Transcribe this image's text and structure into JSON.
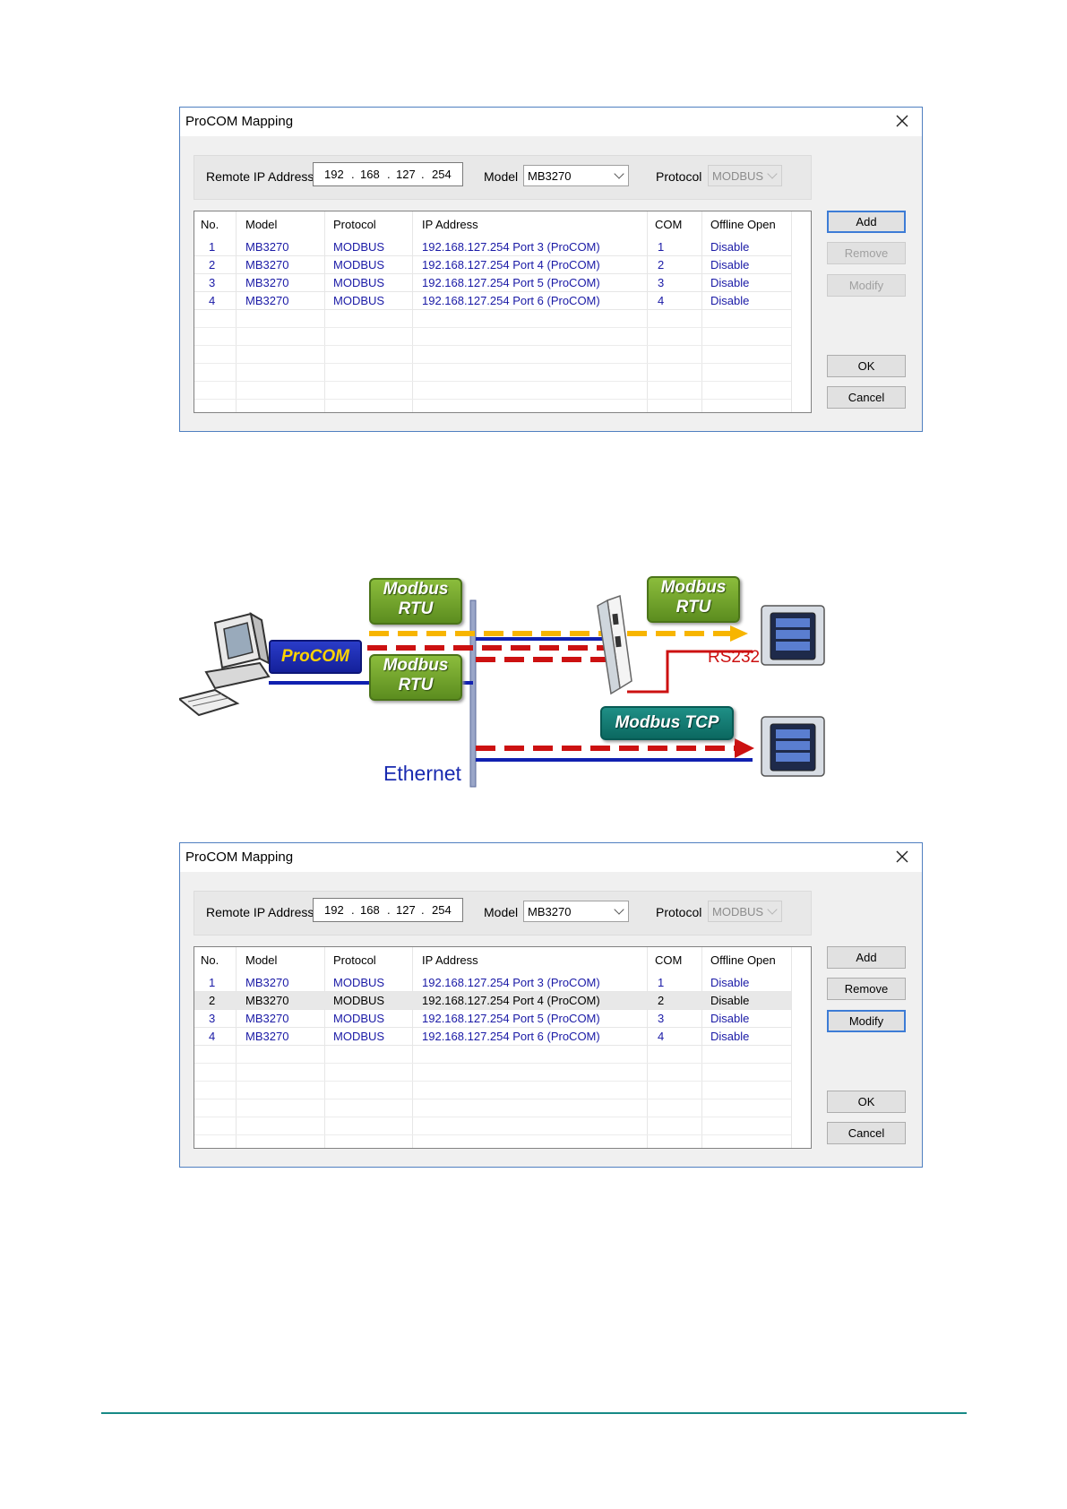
{
  "dialogs": [
    {
      "title": "ProCOM Mapping",
      "remote_ip_label": "Remote IP Address",
      "ip_octets": [
        "192",
        "168",
        "127",
        "254"
      ],
      "ip_dot": ".",
      "model_label": "Model",
      "model_value": "MB3270",
      "protocol_label": "Protocol",
      "protocol_value": "MODBUS",
      "columns": [
        "No.",
        "Model",
        "Protocol",
        "IP Address",
        "COM",
        "Offline Open"
      ],
      "rows": [
        {
          "no": "1",
          "model": "MB3270",
          "protocol": "MODBUS",
          "ip": "192.168.127.254 Port 3 (ProCOM)",
          "com": "1",
          "offline": "Disable"
        },
        {
          "no": "2",
          "model": "MB3270",
          "protocol": "MODBUS",
          "ip": "192.168.127.254 Port 4 (ProCOM)",
          "com": "2",
          "offline": "Disable"
        },
        {
          "no": "3",
          "model": "MB3270",
          "protocol": "MODBUS",
          "ip": "192.168.127.254 Port 5 (ProCOM)",
          "com": "3",
          "offline": "Disable"
        },
        {
          "no": "4",
          "model": "MB3270",
          "protocol": "MODBUS",
          "ip": "192.168.127.254 Port 6 (ProCOM)",
          "com": "4",
          "offline": "Disable"
        }
      ],
      "selected_row": null,
      "buttons": {
        "add": "Add",
        "remove": "Remove",
        "modify": "Modify",
        "ok": "OK",
        "cancel": "Cancel"
      },
      "button_states": {
        "add": "focused",
        "remove": "disabled",
        "modify": "disabled"
      }
    },
    {
      "title": "ProCOM Mapping",
      "remote_ip_label": "Remote IP Address",
      "ip_octets": [
        "192",
        "168",
        "127",
        "254"
      ],
      "ip_dot": ".",
      "model_label": "Model",
      "model_value": "MB3270",
      "protocol_label": "Protocol",
      "protocol_value": "MODBUS",
      "columns": [
        "No.",
        "Model",
        "Protocol",
        "IP Address",
        "COM",
        "Offline Open"
      ],
      "rows": [
        {
          "no": "1",
          "model": "MB3270",
          "protocol": "MODBUS",
          "ip": "192.168.127.254 Port 3 (ProCOM)",
          "com": "1",
          "offline": "Disable"
        },
        {
          "no": "2",
          "model": "MB3270",
          "protocol": "MODBUS",
          "ip": "192.168.127.254 Port 4 (ProCOM)",
          "com": "2",
          "offline": "Disable"
        },
        {
          "no": "3",
          "model": "MB3270",
          "protocol": "MODBUS",
          "ip": "192.168.127.254 Port 5 (ProCOM)",
          "com": "3",
          "offline": "Disable"
        },
        {
          "no": "4",
          "model": "MB3270",
          "protocol": "MODBUS",
          "ip": "192.168.127.254 Port 6 (ProCOM)",
          "com": "4",
          "offline": "Disable"
        }
      ],
      "selected_row": 2,
      "buttons": {
        "add": "Add",
        "remove": "Remove",
        "modify": "Modify",
        "ok": "OK",
        "cancel": "Cancel"
      },
      "button_states": {
        "add": "enabled",
        "remove": "enabled",
        "modify": "focused"
      }
    }
  ],
  "diagram": {
    "modbus_rtu_line1": "Modbus",
    "modbus_rtu_line2": "RTU",
    "procom": "ProCOM",
    "modbus_tcp": "Modbus TCP",
    "rs232": "RS232",
    "ethernet": "Ethernet"
  },
  "colors": {
    "accent_blue": "#1a1aa6",
    "focus_border": "#3d7cd6",
    "footer_line": "#178a86",
    "dashed_red": "#cc1111",
    "dashed_orange": "#f7b500",
    "line_blue": "#1020b0"
  }
}
